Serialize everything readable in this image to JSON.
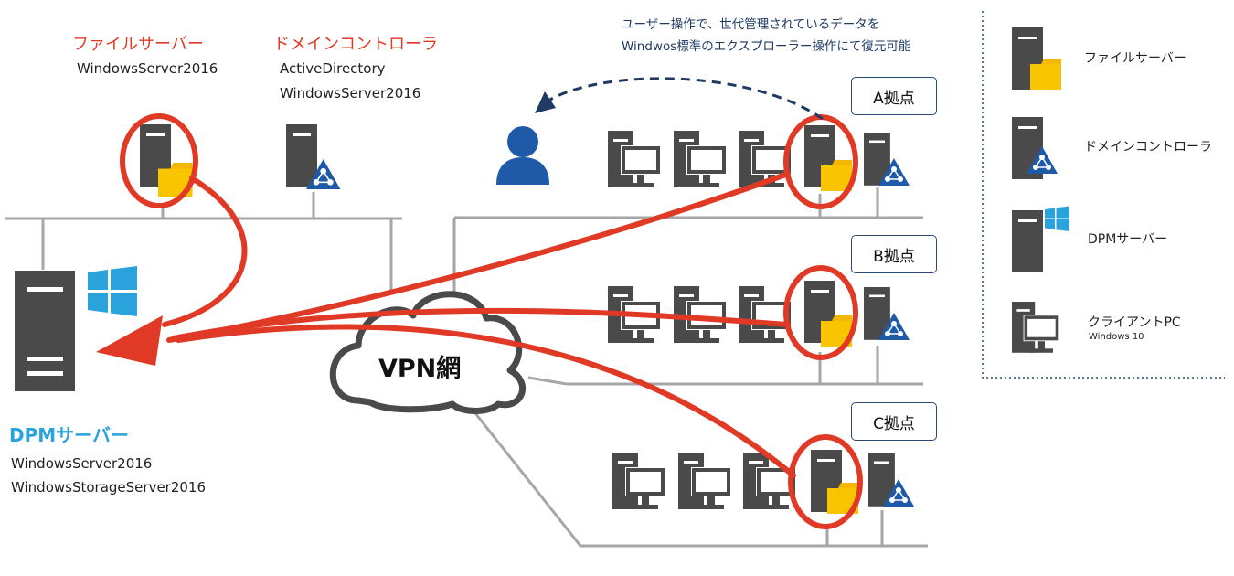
{
  "file_server": {
    "title": "ファイルサーバー",
    "os": "WindowsServer2016"
  },
  "domain_controller": {
    "title": "ドメインコントローラ",
    "line1": "ActiveDirectory",
    "line2": "WindowsServer2016"
  },
  "dpm_server": {
    "title": "DPMサーバー",
    "line1": "WindowsServer2016",
    "line2": "WindowsStorageServer2016"
  },
  "vpn": {
    "label": "VPN網"
  },
  "note": {
    "line1": "ユーザー操作で、世代管理されているデータを",
    "line2": "Windwos標準のエクスプローラー操作にて復元可能"
  },
  "sites": {
    "a": "A拠点",
    "b": "B拠点",
    "c": "C拠点"
  },
  "legend": {
    "file_server": "ファイルサーバー",
    "domain_controller": "ドメインコントローラ",
    "dpm_server": "DPMサーバー",
    "client_pc": "クライアントPC",
    "client_pc_os": "Windows 10"
  },
  "colors": {
    "server": "#4a4a4a",
    "folder": "#f5b800",
    "ad_blue": "#1e5aa8",
    "arrow_red": "#e03a26",
    "windows_blue": "#2aa3dc",
    "network_gray": "#a6a6a6",
    "dashed_navy": "#1f3b63"
  }
}
